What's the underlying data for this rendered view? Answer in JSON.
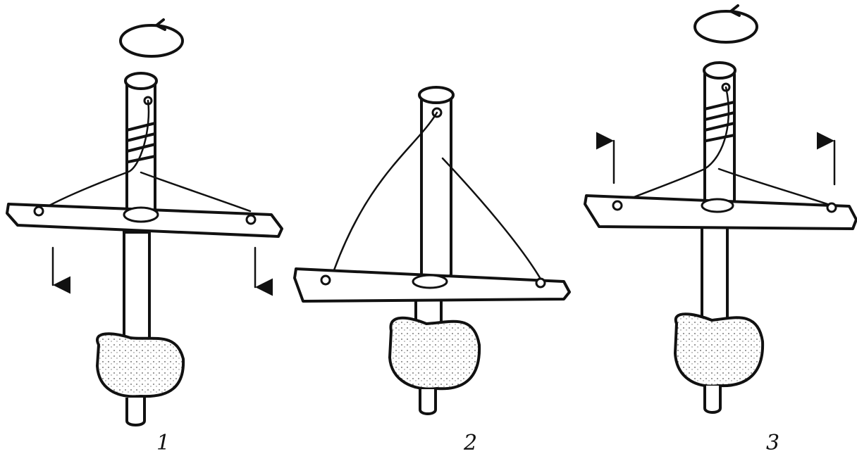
{
  "figures": [
    {
      "id": "1",
      "label": "1",
      "state": "board-down",
      "arrows": "down",
      "rotation": true
    },
    {
      "id": "2",
      "label": "2",
      "state": "board-lowest",
      "arrows": "none",
      "rotation": false
    },
    {
      "id": "3",
      "label": "3",
      "state": "board-up",
      "arrows": "up",
      "rotation": true
    }
  ]
}
